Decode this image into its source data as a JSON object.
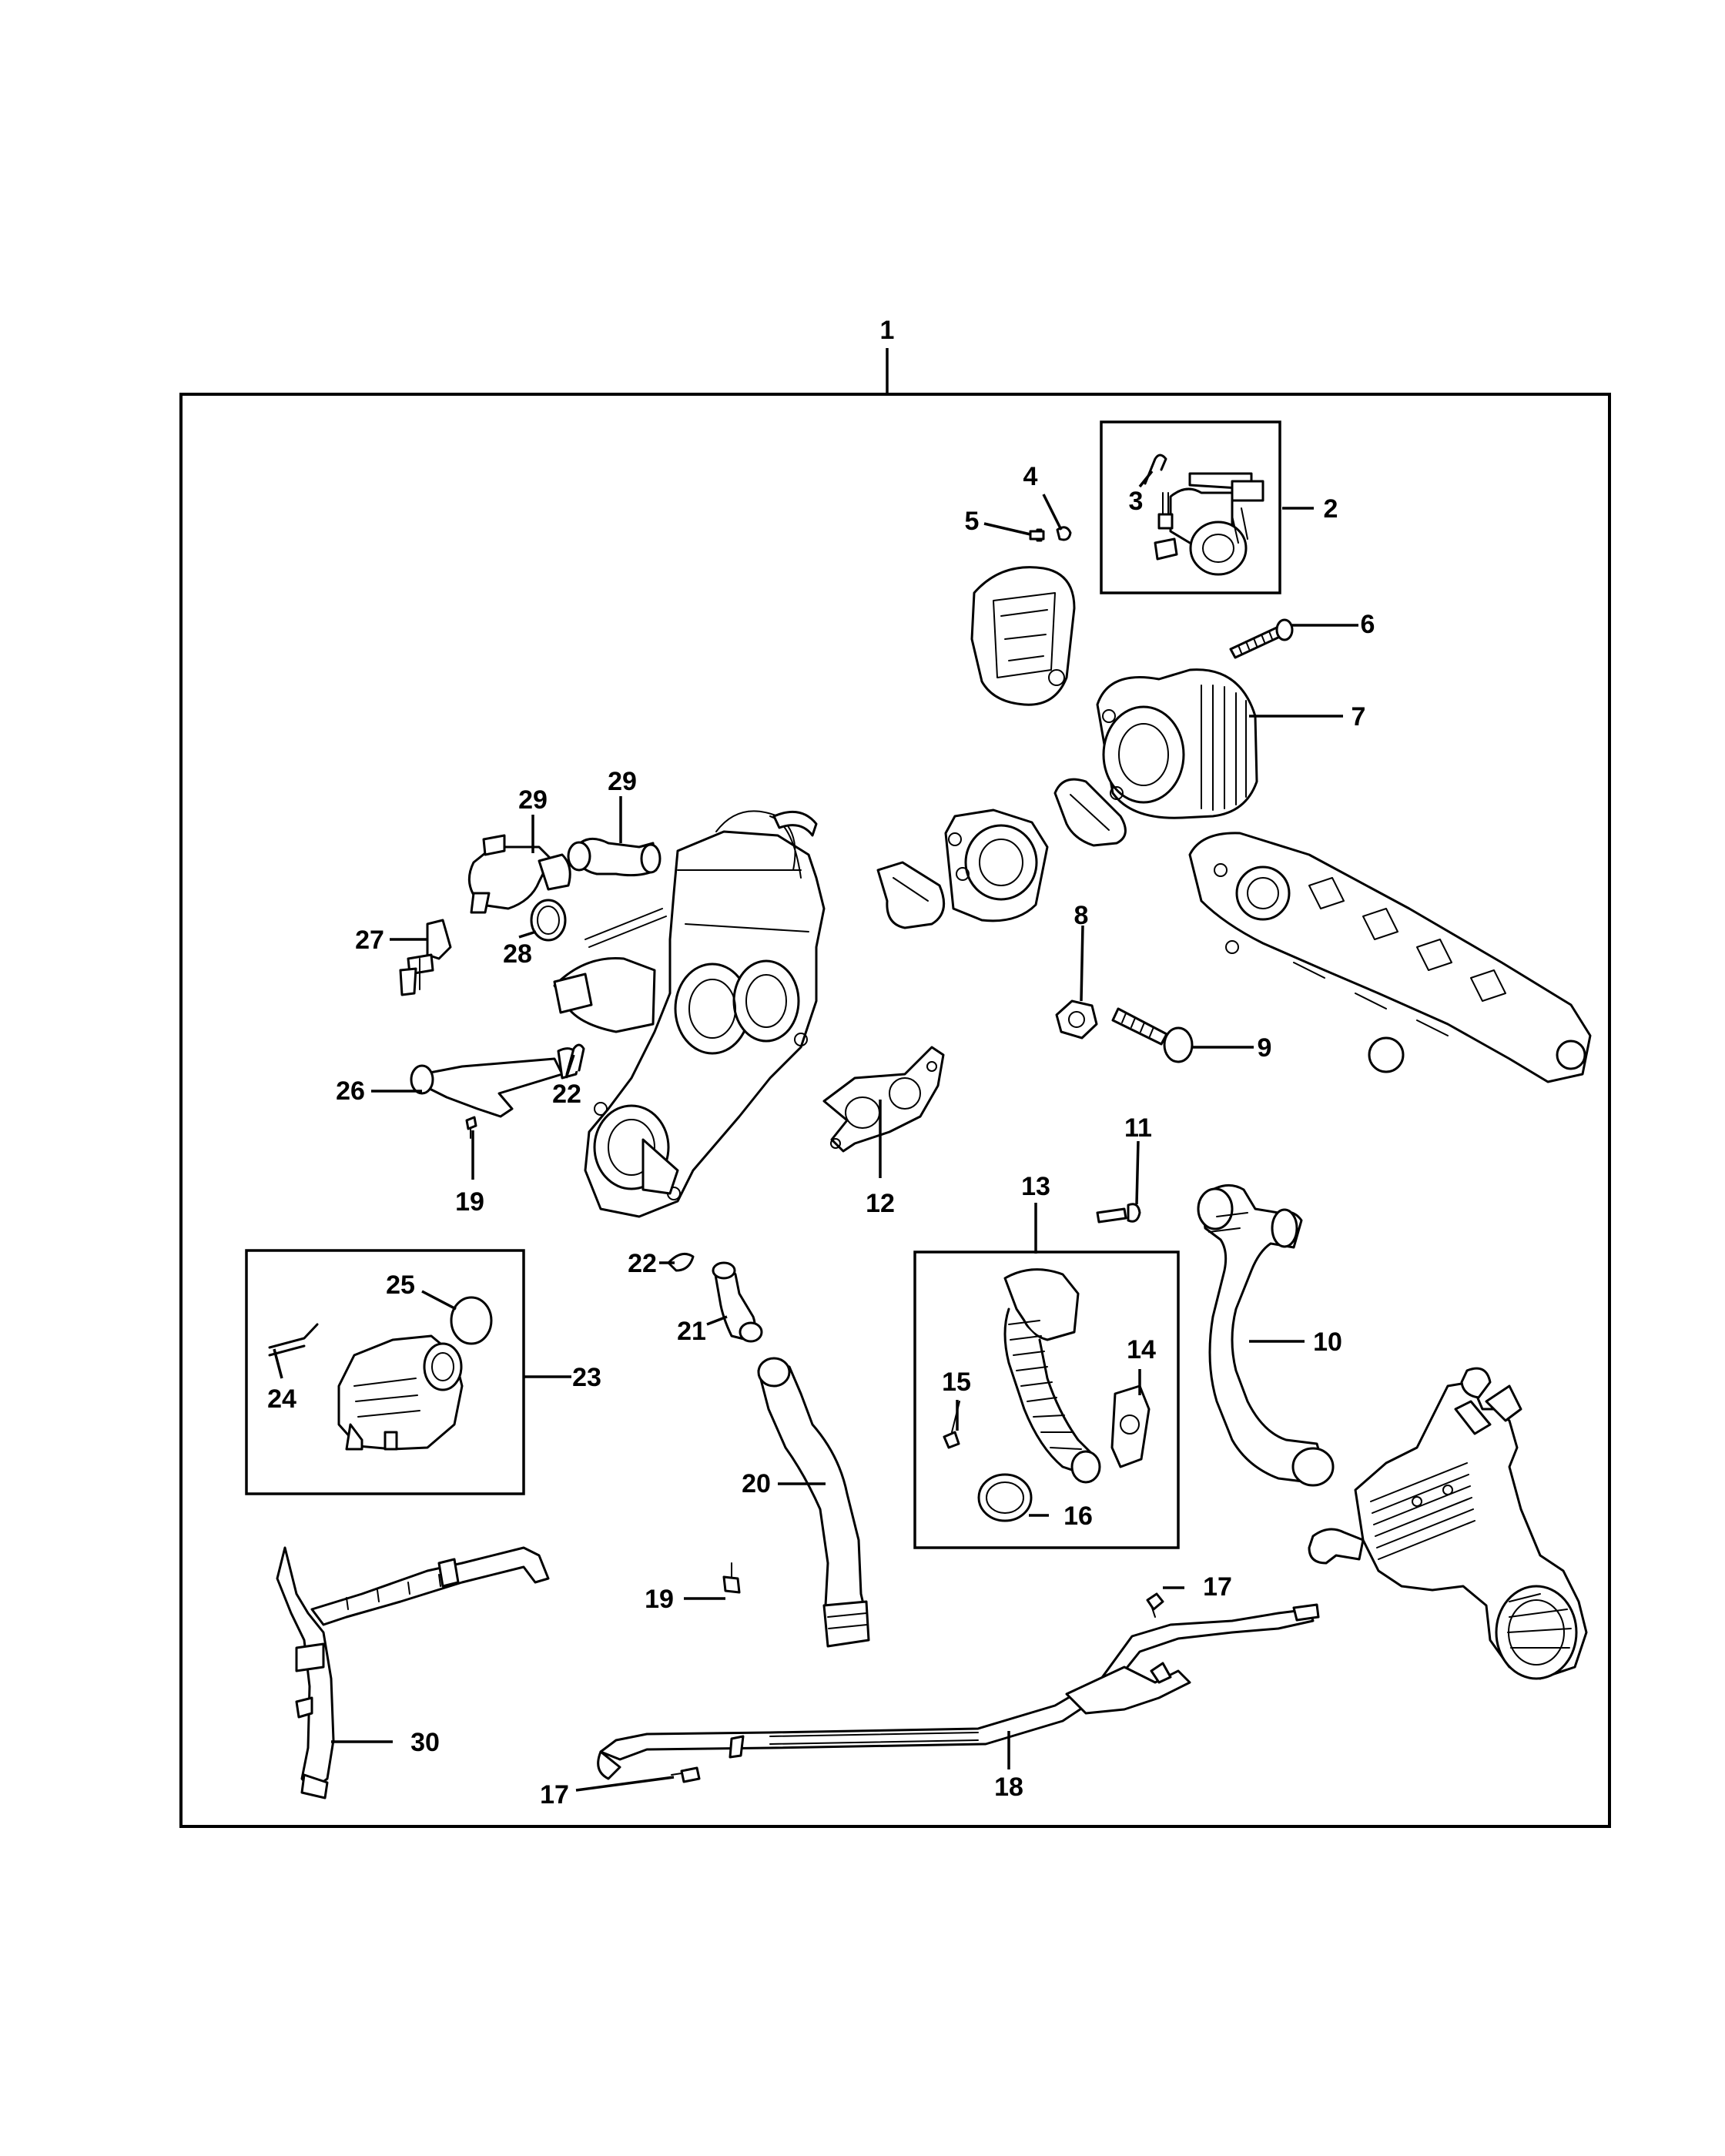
{
  "diagram": {
    "colors": {
      "line": "#000000",
      "background": "#ffffff"
    },
    "callouts": {
      "c1": "1",
      "c2": "2",
      "c3": "3",
      "c4": "4",
      "c5": "5",
      "c6": "6",
      "c7": "7",
      "c8": "8",
      "c9": "9",
      "c10": "10",
      "c11": "11",
      "c12": "12",
      "c13": "13",
      "c14": "14",
      "c15": "15",
      "c16": "16",
      "c17a": "17",
      "c17b": "17",
      "c18": "18",
      "c19a": "19",
      "c19b": "19",
      "c20": "20",
      "c21": "21",
      "c22a": "22",
      "c22b": "22",
      "c23": "23",
      "c24": "24",
      "c25": "25",
      "c26": "26",
      "c27": "27",
      "c28": "28",
      "c29a": "29",
      "c29b": "29",
      "c30": "30"
    }
  }
}
